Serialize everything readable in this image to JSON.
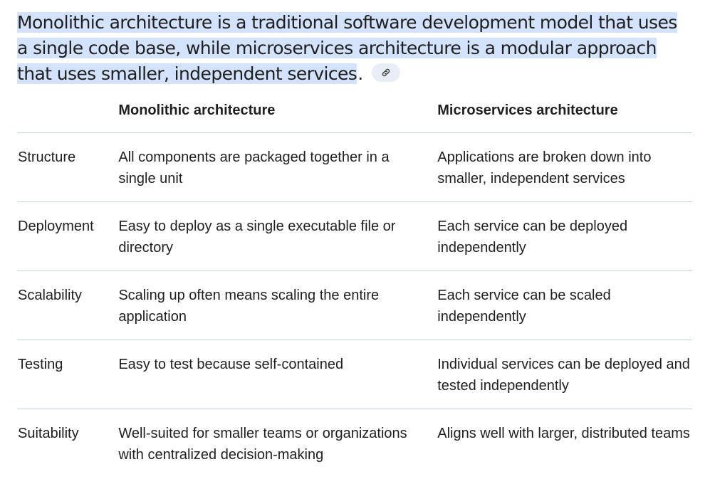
{
  "summary": {
    "highlighted_text": "Monolithic architecture is a traditional software development model that uses a single code base, while microservices architecture is a modular approach that uses smaller, independent services",
    "trailing": ".",
    "link_icon": "link-icon"
  },
  "table": {
    "headers": [
      "",
      "Monolithic architecture",
      "Microservices architecture"
    ],
    "rows": [
      {
        "feature": "Structure",
        "monolithic": "All components are packaged together in a single unit",
        "microservices": "Applications are broken down into smaller, independent services"
      },
      {
        "feature": "Deployment",
        "monolithic": "Easy to deploy as a single executable file or directory",
        "microservices": "Each service can be deployed independently"
      },
      {
        "feature": "Scalability",
        "monolithic": "Scaling up often means scaling the entire application",
        "microservices": "Each service can be scaled independently"
      },
      {
        "feature": "Testing",
        "monolithic": "Easy to test because self-contained",
        "microservices": "Individual services can be deployed and tested independently"
      },
      {
        "feature": "Suitability",
        "monolithic": "Well-suited for smaller teams or organizations with centralized decision-making",
        "microservices": "Aligns well with larger, distributed teams"
      }
    ]
  },
  "colors": {
    "highlight": "#d3e3fd",
    "chip_bg": "#e9eef6",
    "row_divider": "#c4d1dc",
    "text": "#1f1f1f"
  }
}
